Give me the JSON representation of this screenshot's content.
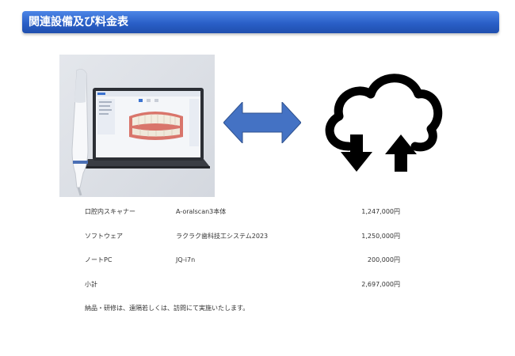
{
  "slide": {
    "title": "関連設備及び料金表",
    "photo_alt": "intraoral-scanner-with-laptop",
    "cloud_icon": "cloud-sync-icon",
    "arrow_icon": "bidirectional-arrow-icon",
    "accent_color": "#2a5fc7",
    "arrow_color": "#4472c4"
  },
  "items": [
    {
      "name": "口腔内スキャナー",
      "model": "A-oralscan3本体",
      "price": "1,247,000円"
    },
    {
      "name": "ソフトウェア",
      "model": "ラクラク歯科技工システム2023",
      "price": "1,250,000円"
    },
    {
      "name": "ノートPC",
      "model": "JQ-i7n",
      "price": "200,000円"
    },
    {
      "name": "小計",
      "model": "",
      "price": "2,697,000円"
    }
  ],
  "note": "納品・研修は、遠隔若しくは、訪問にて実施いたします。"
}
